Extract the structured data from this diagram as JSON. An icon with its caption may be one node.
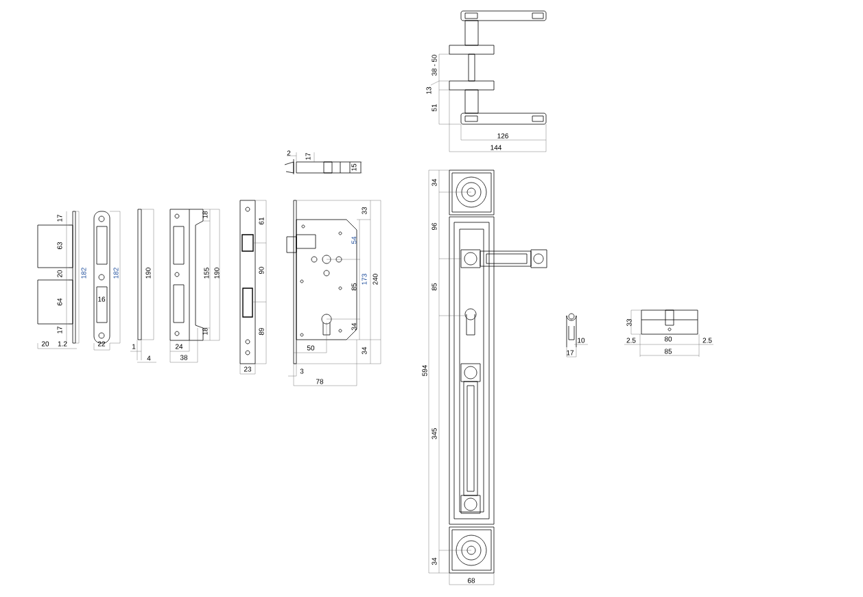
{
  "diagram": {
    "labels": [
      "17",
      "63",
      "20",
      "182",
      "64",
      "17",
      "20",
      "1.2",
      "182",
      "16",
      "22",
      "190",
      "1",
      "4",
      "18",
      "155",
      "190",
      "18",
      "24",
      "38",
      "2",
      "17",
      "15",
      "61",
      "90",
      "89",
      "23",
      "33",
      "54",
      "173",
      "85",
      "240",
      "34",
      "50",
      "34",
      "3",
      "78",
      "38 - 50",
      "13",
      "51",
      "126",
      "144",
      "34",
      "96",
      "594",
      "85",
      "345",
      "34",
      "68",
      "10",
      "17",
      "33",
      "2.5",
      "80",
      "2.5",
      "85"
    ]
  }
}
